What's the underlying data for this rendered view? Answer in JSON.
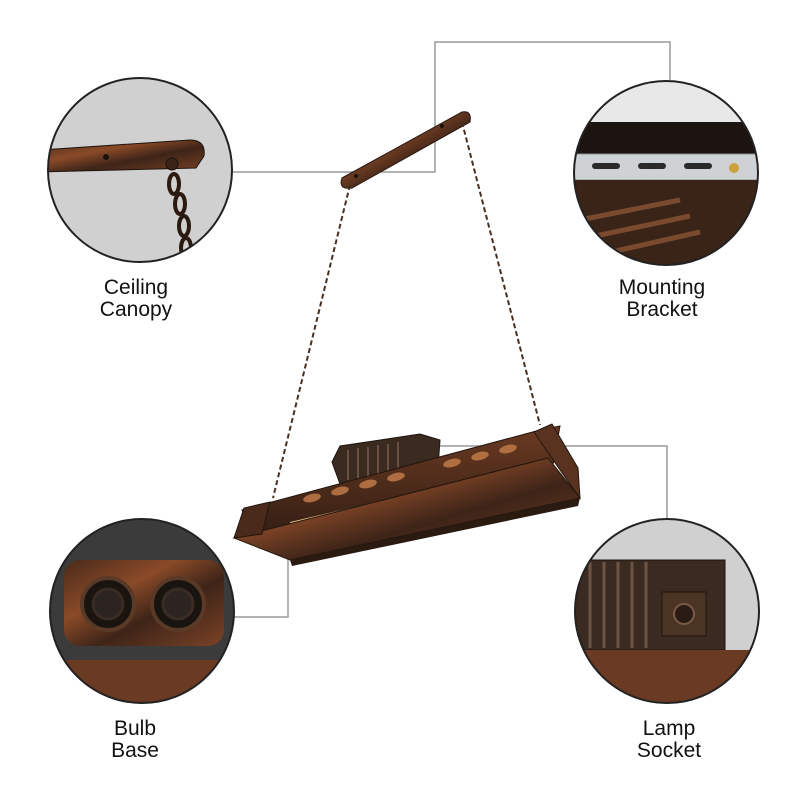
{
  "callouts": {
    "ceiling_canopy": {
      "line1": "Ceiling",
      "line2": "Canopy"
    },
    "mounting_bracket": {
      "line1": "Mounting",
      "line2": "Bracket"
    },
    "bulb_base": {
      "line1": "Bulb",
      "line2": "Base"
    },
    "lamp_socket": {
      "line1": "Lamp",
      "line2": "Socket"
    }
  },
  "colors": {
    "leader_line": "#9a9a9a",
    "circle_border": "#222222",
    "rust_dark": "#3a2418",
    "rust_mid": "#6b3a22",
    "copper": "#b0683a",
    "zoom_bg": "#cfcfcf"
  }
}
